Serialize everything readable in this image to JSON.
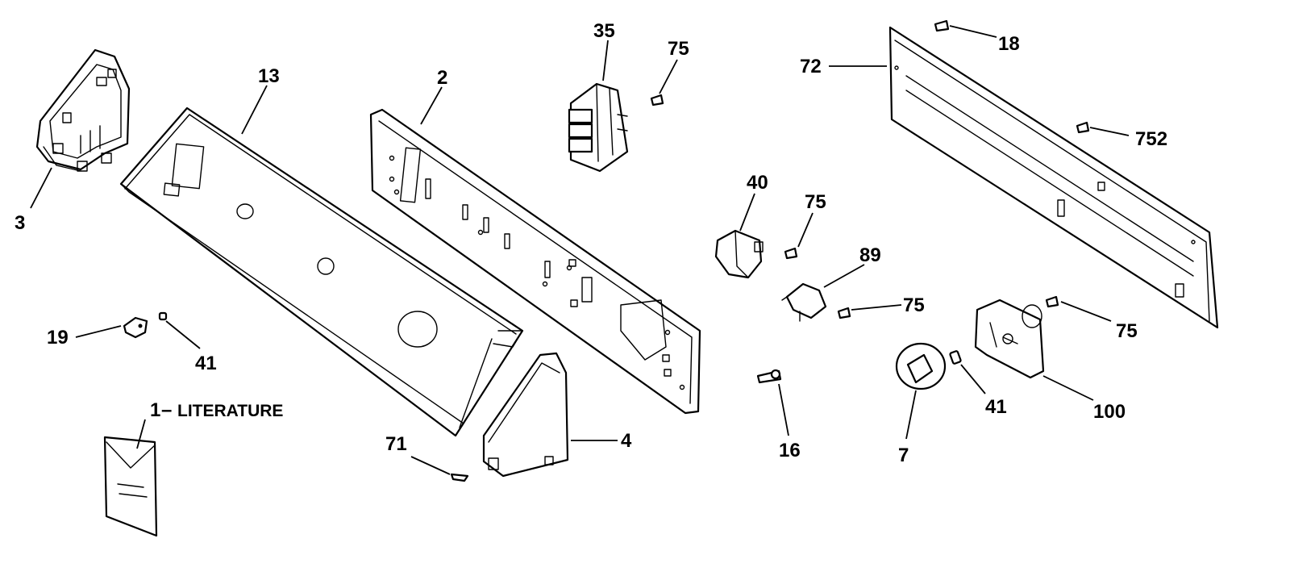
{
  "labels": {
    "l1": "1",
    "literature": "LITERATURE",
    "l2": "2",
    "l3": "3",
    "l4": "4",
    "l7": "7",
    "l13": "13",
    "l16": "16",
    "l18": "18",
    "l19": "19",
    "l35": "35",
    "l40": "40",
    "l41a": "41",
    "l41b": "41",
    "l71": "71",
    "l72": "72",
    "l75a": "75",
    "l75b": "75",
    "l75c": "75",
    "l75d": "75",
    "l89": "89",
    "l100": "100",
    "l752": "752"
  }
}
